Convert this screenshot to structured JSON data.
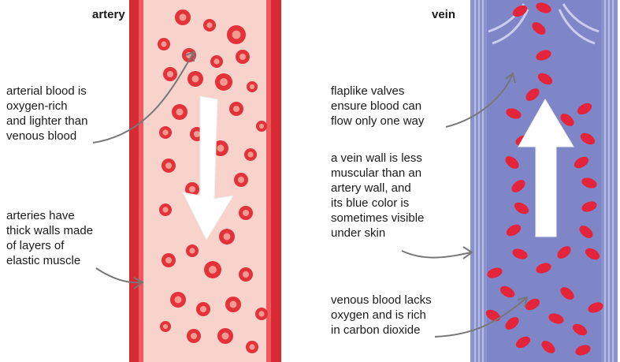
{
  "artery": {
    "title": "artery",
    "annotations": [
      [
        "arterial blood is",
        "oxygen-rich",
        "and lighter than",
        "venous blood"
      ],
      [
        "arteries have",
        "thick walls made",
        "of layers of",
        "elastic muscle"
      ]
    ]
  },
  "vein": {
    "title": "vein",
    "annotations": [
      [
        "flaplike valves",
        "ensure blood can",
        "flow only one way"
      ],
      [
        "a vein wall is less",
        "muscular than an",
        "artery wall, and",
        "its blue color is",
        "sometimes visible",
        "under skin"
      ],
      [
        "venous blood lacks",
        "oxygen and is rich",
        "in carbon dioxide"
      ]
    ]
  },
  "colors": {
    "artery_wall": "#d82a34",
    "artery_lumen": "#f7d3cc",
    "artery_cell": "#e4323a",
    "artery_cell_center": "#f09a90",
    "vein_wall": "#8a93cc",
    "vein_lumen": "#7f86c8",
    "vein_cell": "#e4243a",
    "arrow": "#ffffff",
    "pointer": "#777777"
  },
  "icons": [
    "down-arrow-icon",
    "up-arrow-icon"
  ]
}
